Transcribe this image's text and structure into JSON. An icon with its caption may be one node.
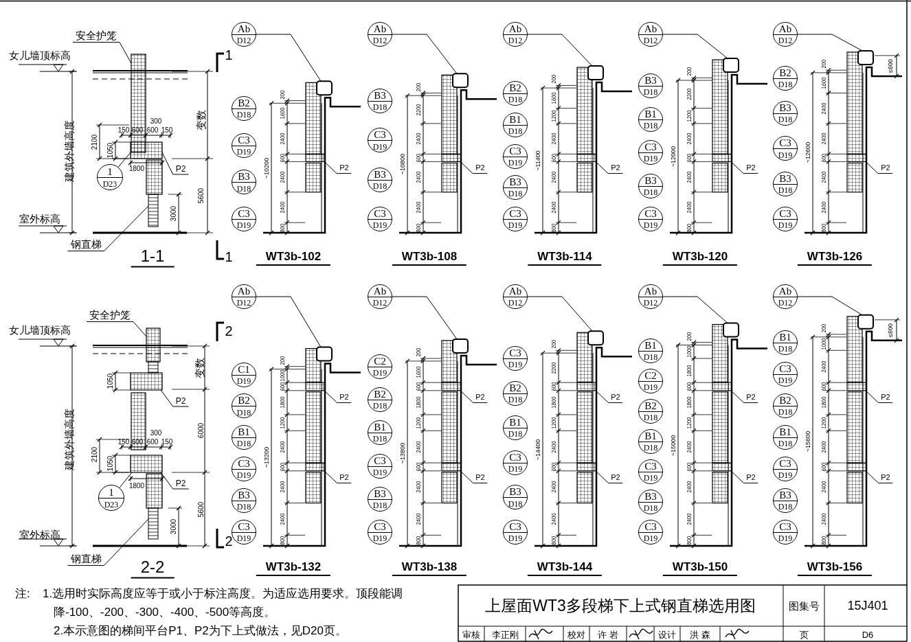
{
  "diagram": {
    "title": "上屋面WT3多段梯下上式钢直梯选用图",
    "nodes": [
      {
        "text": [
          "安全护笼"
        ]
      },
      {
        "text": [
          "1",
          "D23"
        ]
      },
      {
        "text": [
          "P2"
        ]
      },
      {
        "text": [
          "钢直梯"
        ]
      },
      {
        "text": [],
        "shape": "box"
      },
      {
        "text": [],
        "shape": "box"
      },
      {
        "text": [],
        "shape": "box"
      },
      {
        "text": [
          "Ab",
          "D12"
        ]
      },
      {
        "text": [
          "B2",
          "D18"
        ]
      },
      {
        "text": [
          "C3",
          "D19"
        ]
      },
      {
        "text": [
          "B3",
          "D18"
        ]
      },
      {
        "text": [
          "C3",
          "D19"
        ]
      },
      {
        "text": [
          "P2"
        ]
      },
      {
        "text": [],
        "shape": "box"
      },
      {
        "text": [],
        "shape": "box"
      },
      {
        "text": [
          "Ab",
          "D12"
        ]
      },
      {
        "text": [
          "B3",
          "D18"
        ]
      },
      {
        "text": [
          "C3",
          "D19"
        ]
      },
      {
        "text": [
          "B3",
          "D18"
        ]
      },
      {
        "text": [
          "C3",
          "D19"
        ]
      },
      {
        "text": [
          "P2"
        ]
      },
      {
        "text": [],
        "shape": "box"
      },
      {
        "text": [],
        "shape": "box"
      },
      {
        "text": [
          "Ab",
          "D12"
        ]
      },
      {
        "text": [
          "B2",
          "D18"
        ]
      },
      {
        "text": [
          "B1",
          "D18"
        ]
      },
      {
        "text": [
          "C3",
          "D19"
        ]
      },
      {
        "text": [
          "B3",
          "D18"
        ]
      },
      {
        "text": [
          "C3",
          "D19"
        ]
      },
      {
        "text": [
          "P2"
        ]
      },
      {
        "text": [],
        "shape": "box"
      },
      {
        "text": [],
        "shape": "box"
      },
      {
        "text": [
          "Ab",
          "D12"
        ]
      },
      {
        "text": [
          "B3",
          "D18"
        ]
      },
      {
        "text": [
          "B1",
          "D18"
        ]
      },
      {
        "text": [
          "C3",
          "D19"
        ]
      },
      {
        "text": [
          "B3",
          "D18"
        ]
      },
      {
        "text": [
          "C3",
          "D19"
        ]
      },
      {
        "text": [
          "P2"
        ]
      },
      {
        "text": [],
        "shape": "box"
      },
      {
        "text": [],
        "shape": "box"
      },
      {
        "text": [
          "Ab",
          "D12"
        ]
      },
      {
        "text": [
          "B2",
          "D18"
        ]
      },
      {
        "text": [
          "B3",
          "D18"
        ]
      },
      {
        "text": [
          "C3",
          "D19"
        ]
      },
      {
        "text": [
          "B3",
          "D18"
        ]
      },
      {
        "text": [
          "C3",
          "D19"
        ]
      },
      {
        "text": [
          "P2"
        ]
      },
      {
        "text": [],
        "shape": "box"
      },
      {
        "text": [],
        "shape": "box"
      },
      {
        "text": [
          "安全护笼"
        ]
      },
      {
        "text": [
          "P2"
        ]
      },
      {
        "text": [
          "P2"
        ]
      },
      {
        "text": [
          "1",
          "D23"
        ]
      },
      {
        "text": [
          "钢直梯"
        ]
      },
      {
        "text": [],
        "shape": "box"
      },
      {
        "text": [],
        "shape": "box"
      },
      {
        "text": [],
        "shape": "box"
      },
      {
        "text": [],
        "shape": "box"
      },
      {
        "text": [
          "Ab",
          "D12"
        ]
      },
      {
        "text": [
          "C1",
          "D19"
        ]
      },
      {
        "text": [
          "B2",
          "D18"
        ]
      },
      {
        "text": [
          "B1",
          "D18"
        ]
      },
      {
        "text": [
          "C3",
          "D19"
        ]
      },
      {
        "text": [
          "B3",
          "D18"
        ]
      },
      {
        "text": [
          "C3",
          "D19"
        ]
      },
      {
        "text": [
          "P2"
        ]
      },
      {
        "text": [
          "P2"
        ]
      },
      {
        "text": [],
        "shape": "box"
      },
      {
        "text": [],
        "shape": "box"
      },
      {
        "text": [],
        "shape": "box"
      },
      {
        "text": [
          "Ab",
          "D12"
        ]
      },
      {
        "text": [
          "C2",
          "D19"
        ]
      },
      {
        "text": [
          "B2",
          "D18"
        ]
      },
      {
        "text": [
          "B1",
          "D18"
        ]
      },
      {
        "text": [
          "C3",
          "D19"
        ]
      },
      {
        "text": [
          "B3",
          "D18"
        ]
      },
      {
        "text": [
          "C3",
          "D19"
        ]
      },
      {
        "text": [
          "P2"
        ]
      },
      {
        "text": [
          "P2"
        ]
      },
      {
        "text": [],
        "shape": "box"
      },
      {
        "text": [],
        "shape": "box"
      },
      {
        "text": [],
        "shape": "box"
      },
      {
        "text": [
          "Ab",
          "D12"
        ]
      },
      {
        "text": [
          "C3",
          "D19"
        ]
      },
      {
        "text": [
          "B2",
          "D18"
        ]
      },
      {
        "text": [
          "B1",
          "D18"
        ]
      },
      {
        "text": [
          "C3",
          "D19"
        ]
      },
      {
        "text": [
          "B3",
          "D18"
        ]
      },
      {
        "text": [
          "C3",
          "D19"
        ]
      },
      {
        "text": [
          "P2"
        ]
      },
      {
        "text": [
          "P2"
        ]
      },
      {
        "text": [],
        "shape": "box"
      },
      {
        "text": [],
        "shape": "box"
      },
      {
        "text": [],
        "shape": "box"
      },
      {
        "text": [
          "Ab",
          "D12"
        ]
      },
      {
        "text": [
          "B1",
          "D18"
        ]
      },
      {
        "text": [
          "C2",
          "D19"
        ]
      },
      {
        "text": [
          "B2",
          "D18"
        ]
      },
      {
        "text": [
          "B1",
          "D18"
        ]
      },
      {
        "text": [
          "C3",
          "D19"
        ]
      },
      {
        "text": [
          "B3",
          "D18"
        ]
      },
      {
        "text": [
          "C3",
          "D19"
        ]
      },
      {
        "text": [
          "P2"
        ]
      },
      {
        "text": [
          "P2"
        ]
      },
      {
        "text": [],
        "shape": "box"
      },
      {
        "text": [],
        "shape": "box"
      },
      {
        "text": [],
        "shape": "box"
      },
      {
        "text": [
          "Ab",
          "D12"
        ]
      },
      {
        "text": [
          "B1",
          "D18"
        ]
      },
      {
        "text": [
          "C3",
          "D19"
        ]
      },
      {
        "text": [
          "B2",
          "D18"
        ]
      },
      {
        "text": [
          "B1",
          "D18"
        ]
      },
      {
        "text": [
          "C3",
          "D19"
        ]
      },
      {
        "text": [
          "B3",
          "D18"
        ]
      },
      {
        "text": [
          "C3",
          "D19"
        ]
      },
      {
        "text": [
          "P2"
        ]
      },
      {
        "text": [
          "P2"
        ]
      },
      {
        "text": [],
        "shape": "box"
      },
      {
        "text": [],
        "shape": "box"
      },
      {
        "text": [],
        "shape": "box"
      }
    ],
    "edges": [
      {
        "from": 0,
        "to": 4,
        "arrow": "none"
      },
      {
        "from": 1,
        "to": 5,
        "arrow": "none"
      },
      {
        "from": 2,
        "to": 5,
        "arrow": "none"
      },
      {
        "from": 3,
        "to": 6,
        "arrow": "none"
      },
      {
        "from": 7,
        "to": 13,
        "arrow": "none"
      },
      {
        "from": 12,
        "to": 14,
        "arrow": "none"
      },
      {
        "from": 15,
        "to": 21,
        "arrow": "none"
      },
      {
        "from": 20,
        "to": 22,
        "arrow": "none"
      },
      {
        "from": 23,
        "to": 30,
        "arrow": "none"
      },
      {
        "from": 29,
        "to": 31,
        "arrow": "none"
      },
      {
        "from": 32,
        "to": 39,
        "arrow": "none"
      },
      {
        "from": 38,
        "to": 40,
        "arrow": "none"
      },
      {
        "from": 41,
        "to": 48,
        "arrow": "none"
      },
      {
        "from": 47,
        "to": 49,
        "arrow": "none"
      },
      {
        "from": 50,
        "to": 55,
        "arrow": "none"
      },
      {
        "from": 51,
        "to": 56,
        "arrow": "none"
      },
      {
        "from": 52,
        "to": 57,
        "arrow": "none"
      },
      {
        "from": 53,
        "to": 57,
        "arrow": "none"
      },
      {
        "from": 54,
        "to": 58,
        "arrow": "none"
      },
      {
        "from": 59,
        "to": 68,
        "arrow": "none"
      },
      {
        "from": 66,
        "to": 69,
        "arrow": "none"
      },
      {
        "from": 67,
        "to": 70,
        "arrow": "none"
      },
      {
        "from": 71,
        "to": 80,
        "arrow": "none"
      },
      {
        "from": 78,
        "to": 81,
        "arrow": "none"
      },
      {
        "from": 79,
        "to": 82,
        "arrow": "none"
      },
      {
        "from": 83,
        "to": 92,
        "arrow": "none"
      },
      {
        "from": 90,
        "to": 93,
        "arrow": "none"
      },
      {
        "from": 91,
        "to": 94,
        "arrow": "none"
      },
      {
        "from": 95,
        "to": 105,
        "arrow": "none"
      },
      {
        "from": 103,
        "to": 106,
        "arrow": "none"
      },
      {
        "from": 104,
        "to": 107,
        "arrow": "none"
      },
      {
        "from": 108,
        "to": 118,
        "arrow": "none"
      },
      {
        "from": 116,
        "to": 119,
        "arrow": "none"
      },
      {
        "from": 117,
        "to": 120,
        "arrow": "none"
      }
    ],
    "labels": [
      "女儿墙顶标高",
      "建筑外墙高度",
      "变数",
      "室外标高",
      "300",
      "150",
      "600",
      "600",
      "150",
      "2100",
      "1050",
      "1800",
      "5600",
      "3000",
      "1-1",
      "1",
      "1",
      "200",
      "1600",
      "2400",
      "600",
      "2400",
      "2400",
      "800",
      "~10200",
      "WT3b-102",
      "200",
      "2200",
      "2400",
      "600",
      "2400",
      "2400",
      "800",
      "~10800",
      "WT3b-108",
      "200",
      "1600",
      "1200",
      "2400",
      "600",
      "2400",
      "2400",
      "800",
      "~11400",
      "WT3b-114",
      "200",
      "2200",
      "1200",
      "2400",
      "600",
      "2400",
      "2400",
      "800",
      "~12000",
      "WT3b-120",
      "200",
      "1600",
      "2400",
      "2400",
      "600",
      "2400",
      "2400",
      "800",
      "~12600",
      "≤600",
      "WT3b-126",
      "女儿墙顶标高",
      "建筑外墙高度",
      "变数",
      "1050",
      "6000",
      "300",
      "150",
      "600",
      "600",
      "150",
      "2100",
      "1050",
      "1800",
      "5600",
      "3000",
      "室外标高",
      "2-2",
      "2",
      "2",
      "200",
      "1000",
      "600",
      "1800",
      "1200",
      "2400",
      "600",
      "2400",
      "2400",
      "800",
      "~13200",
      "WT3b-132",
      "200",
      "1600",
      "600",
      "1800",
      "1200",
      "2400",
      "600",
      "2400",
      "2400",
      "800",
      "~13800",
      "WT3b-138",
      "200",
      "2200",
      "600",
      "1800",
      "1200",
      "2400",
      "600",
      "2400",
      "2400",
      "800",
      "~14400",
      "WT3b-144",
      "200",
      "1000",
      "1800",
      "600",
      "1800",
      "1200",
      "2400",
      "600",
      "2400",
      "2400",
      "800",
      "~15000",
      "WT3b-150",
      "200",
      "1000",
      "2400",
      "600",
      "1800",
      "1200",
      "2400",
      "600",
      "2400",
      "2400",
      "800",
      "~15600",
      "≤600",
      "WT3b-156",
      "注:",
      "1.选用时实际高度应等于或小于标注高度。为适应选用要求。顶段能调降-100、-200、-300、-400、-500等高度。",
      "2.本示意图的梯间平台P1、P2为下上式做法，见D20页。",
      "图集号",
      "15J401",
      "审核",
      "李正刚",
      "校对",
      "许 岩",
      "设计",
      "洪 森",
      "页",
      "D6"
    ]
  }
}
